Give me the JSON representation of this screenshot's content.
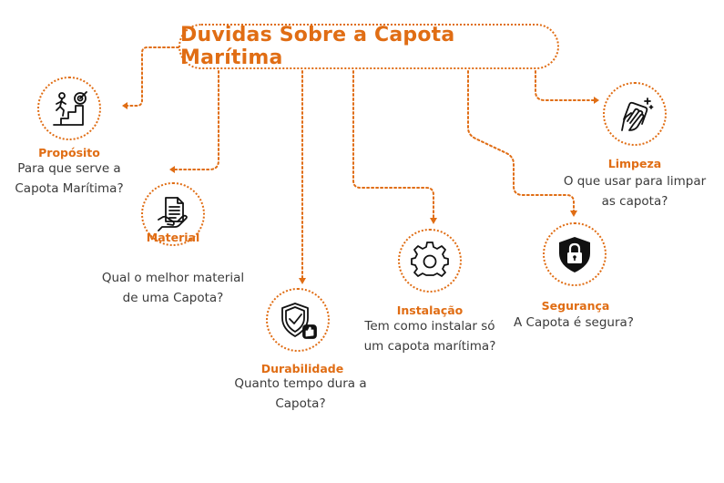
{
  "title": "Duvidas Sobre a Capota Marítima",
  "accent_color": "#e06d14",
  "nodes": [
    {
      "label": "Propósito",
      "line1": "Para que serve a",
      "line2": "Capota  Marítima?",
      "icon": "stairs-target-icon"
    },
    {
      "label": "Material",
      "line1": "Qual o melhor material",
      "line2": "de uma Capota?",
      "icon": "document-hand-icon"
    },
    {
      "label": "Durabilidade",
      "line1": "Quanto tempo dura a",
      "line2": "Capota?",
      "icon": "shield-check-thumbs-up-icon"
    },
    {
      "label": "Instalação",
      "line1": "Tem como instalar só",
      "line2": "um capota marítima?",
      "icon": "gear-icon"
    },
    {
      "label": "Segurança",
      "line1": "A Capota é segura?",
      "line2": "",
      "icon": "shield-lock-icon"
    },
    {
      "label": "Limpeza",
      "line1": "O que usar para limpar",
      "line2": "as capota?",
      "icon": "cleaning-hand-icon"
    }
  ]
}
